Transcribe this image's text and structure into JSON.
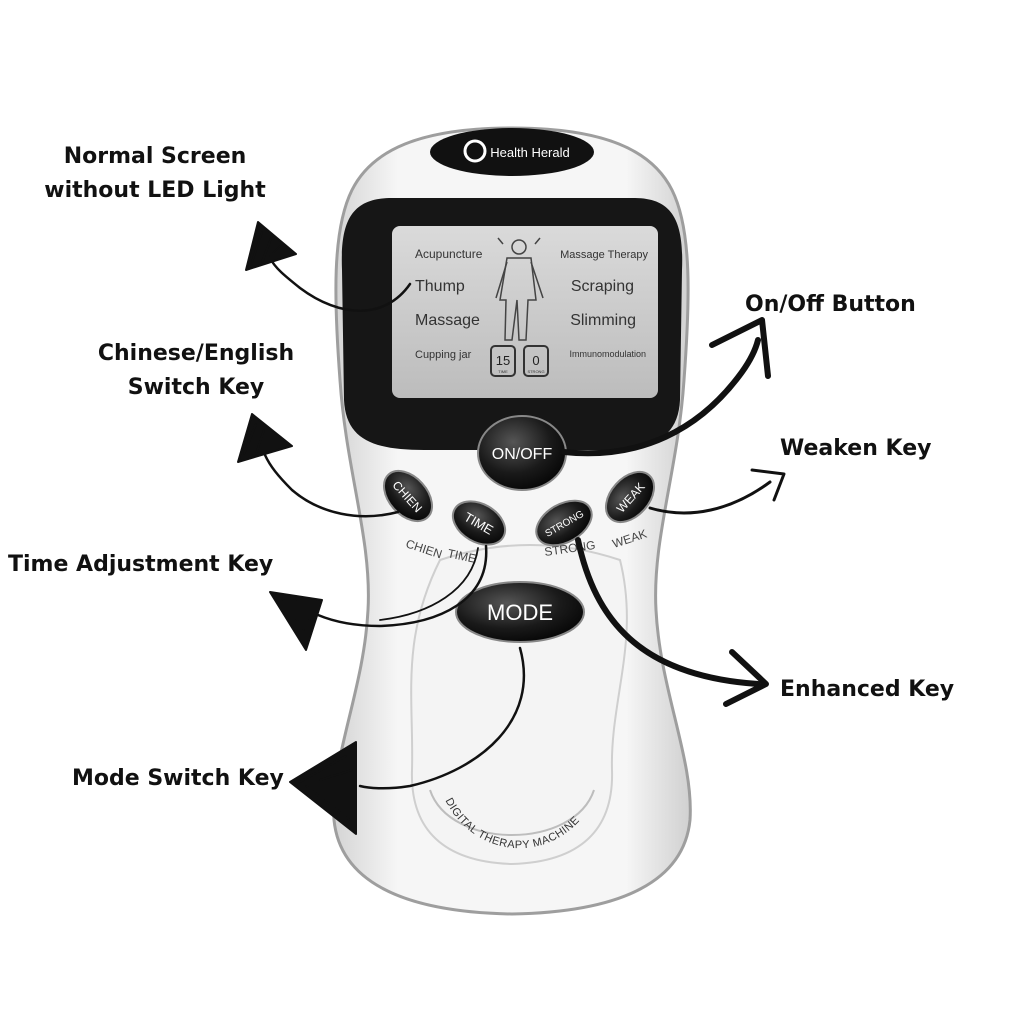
{
  "device": {
    "brand": "Health Herald",
    "body_text": "DIGITAL THERAPY MACHINE",
    "screen": {
      "left_modes": [
        "Acupuncture",
        "Thump",
        "Massage",
        "Cupping jar"
      ],
      "right_modes": [
        "Massage Therapy",
        "Scraping",
        "Slimming",
        "Immunomodulation"
      ],
      "timer_value": "15",
      "timer_caption": "TIME",
      "strength_value": "0",
      "strength_caption": "STRONG"
    },
    "buttons": {
      "on_off": "ON/OFF",
      "chien": "CHIEN",
      "time": "TIME",
      "strong": "STRONG",
      "weak": "WEAK",
      "mode": "MODE"
    },
    "button_captions": {
      "chien": "CHIEN",
      "time": "TIME",
      "strong": "STRONG",
      "weak": "WEAK"
    }
  },
  "callouts": {
    "screen": [
      "Normal Screen",
      "without LED Light"
    ],
    "on_off": [
      "On/Off Button"
    ],
    "chinese_english": [
      "Chinese/English",
      "Switch Key"
    ],
    "weaken": [
      "Weaken Key"
    ],
    "time": [
      "Time Adjustment Key"
    ],
    "enhanced": [
      "Enhanced Key"
    ],
    "mode": [
      "Mode Switch Key"
    ]
  },
  "colors": {
    "device_body": "#efefef",
    "device_outline": "#b9b9b9",
    "screen_bezel": "#161616",
    "lcd": "#cfcfcf",
    "button": "#131313",
    "arrow": "#111111"
  }
}
